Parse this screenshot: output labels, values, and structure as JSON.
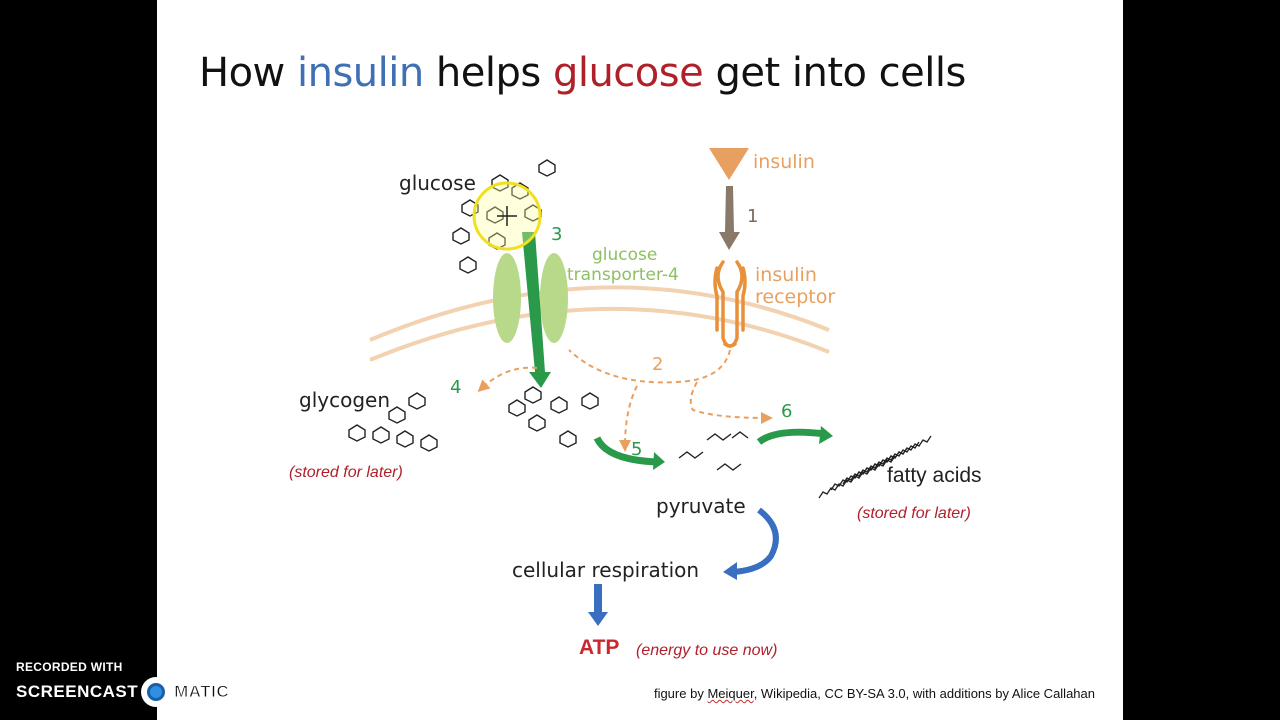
{
  "title": {
    "part1": "How ",
    "insulin": "insulin",
    "part2": " helps ",
    "glucose": "glucose",
    "part3": " get into cells"
  },
  "labels": {
    "glucose": "glucose",
    "insulin": "insulin",
    "step1": "1",
    "step2": "2",
    "step3": "3",
    "step4": "4",
    "step5": "5",
    "step6": "6",
    "glut4_line1": "glucose",
    "glut4_line2": "transporter-4",
    "receptor_line1": "insulin",
    "receptor_line2": "receptor",
    "glycogen": "glycogen",
    "glycogen_note": "(stored for later)",
    "fatty_acids": "fatty acids",
    "fatty_note": "(stored for later)",
    "pyruvate": "pyruvate",
    "respiration": "cellular respiration",
    "atp": "ATP",
    "atp_note": "(energy to use now)"
  },
  "credit": {
    "pre": "figure by ",
    "author": "Meiquer",
    "post": ", Wikipedia, CC BY-SA 3.0, with additions by Alice Callahan"
  },
  "watermark": {
    "line1": "RECORDED WITH",
    "left": "SCREENCAST",
    "right": "MATIC"
  },
  "colors": {
    "insulin_blue": "#3f6fb5",
    "glucose_red": "#b0202a",
    "step_green": "#2a9a4a",
    "orange": "#e8a060",
    "membrane": "#f2d2b0",
    "atp_red": "#c8282e"
  }
}
